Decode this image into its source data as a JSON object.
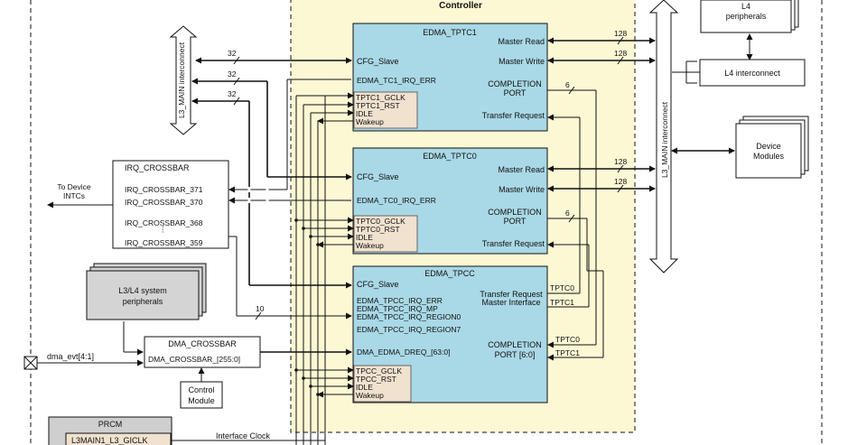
{
  "controller_title": "Controller",
  "tptc1": {
    "title": "EDMA_TPTC1",
    "cfg_slave": "CFG_Slave",
    "irq_err": "EDMA_TC1_IRQ_ERR",
    "master_read": "Master Read",
    "master_write": "Master Write",
    "completion": "COMPLETION",
    "port": "PORT",
    "transfer_request": "Transfer Request",
    "clk_lines": [
      "TPTC1_GCLK",
      "TPTC1_RST",
      "IDLE",
      "Wakeup"
    ]
  },
  "tptc0": {
    "title": "EDMA_TPTC0",
    "cfg_slave": "CFG_Slave",
    "irq_err": "EDMA_TC0_IRQ_ERR",
    "master_read": "Master Read",
    "master_write": "Master Write",
    "completion": "COMPLETION",
    "port": "PORT",
    "transfer_request": "Transfer Request",
    "clk_lines": [
      "TPTC0_GCLK",
      "TPTC0_RST",
      "IDLE",
      "Wakeup"
    ]
  },
  "tpcc": {
    "title": "EDMA_TPCC",
    "cfg_slave": "CFG_Slave",
    "irq_lines": [
      "EDMA_TPCC_IRQ_ERR",
      "EDMA_TPCC_IRQ_MP",
      "EDMA_TPCC_IRQ_REGION0",
      "EDMA_TPCC_IRQ_REGION7"
    ],
    "dreq": "DMA_EDMA_DREQ_[63:0]",
    "transfer_request": "Transfer Request",
    "master_interface": "Master Interface",
    "completion": "COMPLETION",
    "port": "PORT [6:0]",
    "tptc0": "TPTC0",
    "tptc1": "TPTC1",
    "clk_lines": [
      "TPCC_GCLK",
      "TPCC_RST",
      "IDLE",
      "Wakeup"
    ]
  },
  "bus_widths": {
    "w32": "32",
    "w128": "128",
    "w6": "6",
    "w10": "10"
  },
  "l3_main_left": "L3_MAIN interconnect",
  "l3_main_right": "L3_MAIN interconnect",
  "l4_peripherals": [
    "L4",
    "peripherals"
  ],
  "l4_interconnect": "L4 interconnect",
  "device_modules": [
    "Device",
    "Modules"
  ],
  "irq_crossbar": {
    "title": "IRQ_CROSSBAR",
    "lines": [
      "IRQ_CROSSBAR_371",
      "IRQ_CROSSBAR_370",
      "IRQ_CROSSBAR_368",
      "IRQ_CROSSBAR_359"
    ]
  },
  "to_device": [
    "To Device",
    "INTCs"
  ],
  "l3l4_system": [
    "L3/L4 system",
    "peripherals"
  ],
  "dma_crossbar": {
    "title": "DMA_CROSSBAR",
    "port": "DMA_CROSSBAR_[255:0]"
  },
  "dma_evt": "dma_evt[4:1]",
  "control_module": [
    "Control",
    "Module"
  ],
  "prcm": {
    "title": "PRCM",
    "clk": "L3MAIN1_L3_GICLK"
  },
  "interface_clock": "Interface Clock",
  "colors": {
    "edma_fill": "#a9d8e6",
    "controller_fill": "#fdf8d4",
    "clk_fill": "#f0e2cf",
    "gray_block": "#d4d4d4",
    "prcm_fill": "#cfcfcf"
  }
}
